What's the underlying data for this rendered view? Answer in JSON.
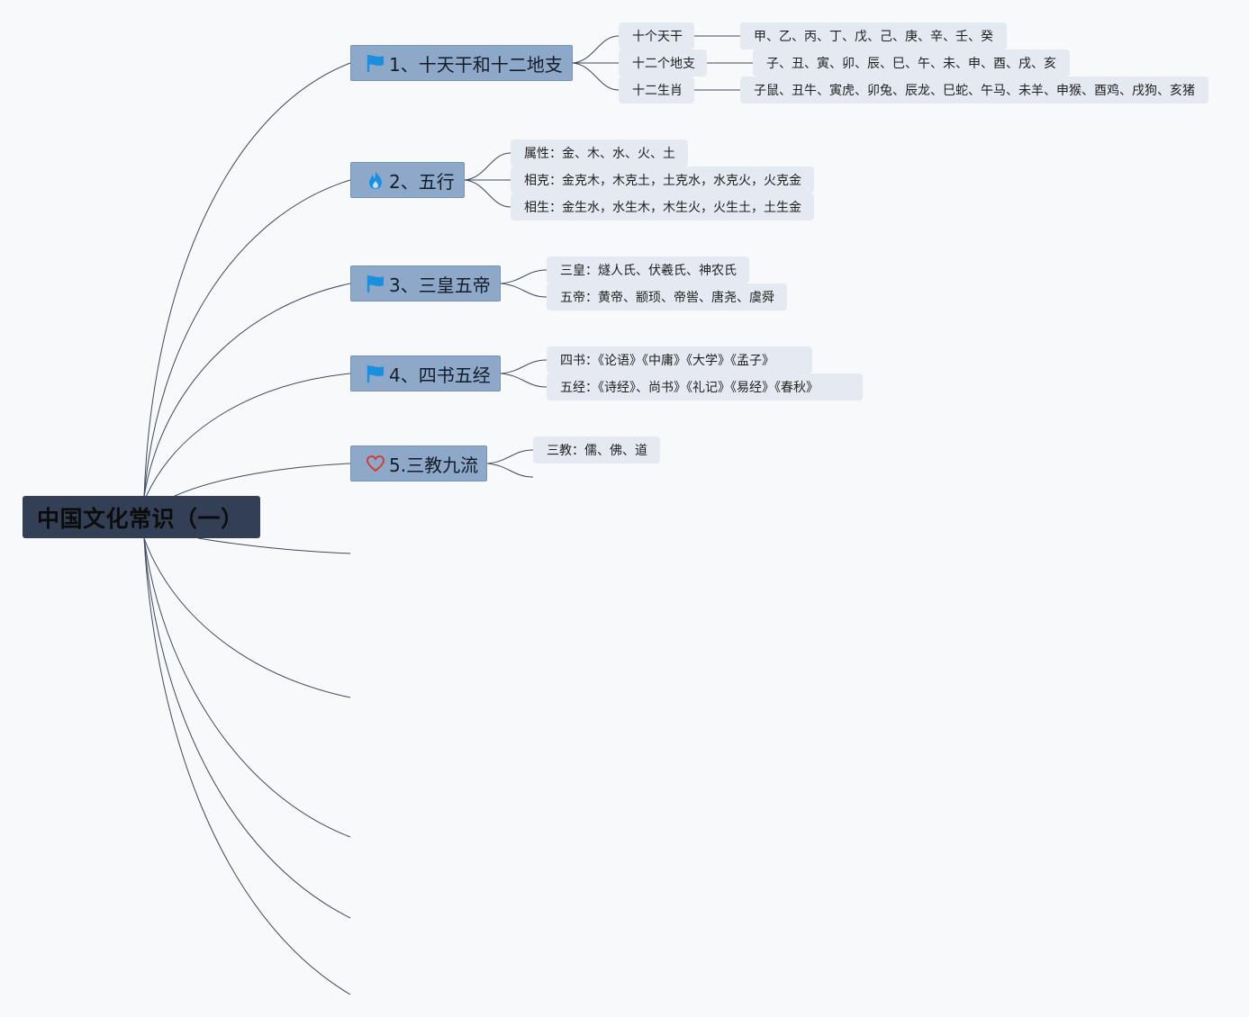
{
  "root": {
    "label": "中国文化常识（一）"
  },
  "branches": [
    {
      "label": "1、十天干和十二地支",
      "icon": "flag-icon"
    },
    {
      "label": "2、五行",
      "icon": "fire-icon"
    },
    {
      "label": "3、三皇五帝",
      "icon": "flag-icon"
    },
    {
      "label": "4、四书五经",
      "icon": "flag-icon"
    },
    {
      "label": "5.三教九流",
      "icon": "heart-icon"
    }
  ],
  "topics": {
    "ganzhi": {
      "tiangan_title": "十个天干",
      "tiangan_items": "甲、乙、丙、丁、戊、己、庚、辛、壬、癸",
      "dizhi_title": "十二个地支",
      "dizhi_items": "子、丑、寅、卯、辰、巳、午、未、申、酉、戌、亥",
      "shengxiao_title": "十二生肖",
      "shengxiao_items": "子鼠、丑牛、寅虎、卯兔、辰龙、巳蛇、午马、未羊、申猴、酉鸡、戌狗、亥猪"
    },
    "wuxing": {
      "shuxing": "属性：金、木、水、火、土",
      "xiangke": "相克：金克木，木克土，土克水，水克火，火克金",
      "xiangsheng": "相生：金生水，水生木，木生火，火生土，土生金"
    },
    "sanhuang": {
      "sanhuang": "三皇：燧人氏、伏羲氏、神农氏",
      "wudi": "五帝：黄帝、颛顼、帝喾、唐尧、虞舜"
    },
    "sishu": {
      "sishu": "四书：《论语》《中庸》《大学》《孟子》",
      "wujing": "五经：《诗经》、尚书》《礼记》《易经》《春秋》"
    },
    "sanjiao": {
      "sanjiao": "三教：儒、佛、道"
    }
  },
  "colors": {
    "background": "#f8f9fb",
    "root_fill": "#323f55",
    "branch_fill": "#8ea8c9",
    "leaf_fill": "#e5eaf2",
    "line": "#3e4a5c",
    "flag": "#1b8ee0",
    "fire": "#1b8ee0",
    "heart": "#d9342b"
  }
}
